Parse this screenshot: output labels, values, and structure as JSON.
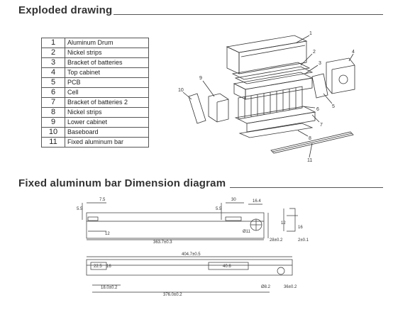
{
  "titles": {
    "exploded": "Exploded drawing",
    "dimension": "Fixed aluminum  bar Dimension diagram"
  },
  "parts": [
    {
      "num": "1",
      "name": "Aluminum Drum"
    },
    {
      "num": "2",
      "name": "Nickel strips"
    },
    {
      "num": "3",
      "name": "Bracket of batteries"
    },
    {
      "num": "4",
      "name": "Top cabinet"
    },
    {
      "num": "5",
      "name": "PCB"
    },
    {
      "num": "6",
      "name": "Cell"
    },
    {
      "num": "7",
      "name": "Bracket of batteries 2"
    },
    {
      "num": "8",
      "name": "Nickel strips"
    },
    {
      "num": "9",
      "name": "Lower cabinet"
    },
    {
      "num": "10",
      "name": "Baseboard"
    },
    {
      "num": "11",
      "name": "Fixed aluminum bar"
    }
  ],
  "callouts": [
    "1",
    "2",
    "3",
    "4",
    "5",
    "6",
    "7",
    "8",
    "9",
    "10",
    "11"
  ],
  "dimensions": {
    "left_offset": "7.5",
    "left_height": "5.5",
    "slot_offset": "12",
    "total_length": "363.7±0.3",
    "slot_length": "30",
    "end_width": "16.4",
    "right_height": "5.5",
    "hole_dia": "Ø11",
    "bar_height": "28±0.2",
    "profile_width": "12",
    "profile_height": "16",
    "profile_thick": "2±0.1",
    "lower_total": "404.7±0.5",
    "lower_a": "22.5",
    "lower_b": "16",
    "lower_slot": "40.6",
    "lower_c": "18.0±0.2",
    "lower_d": "376.0±0.2",
    "lower_e": "Ø8.2",
    "lower_f": "36±0.2"
  }
}
